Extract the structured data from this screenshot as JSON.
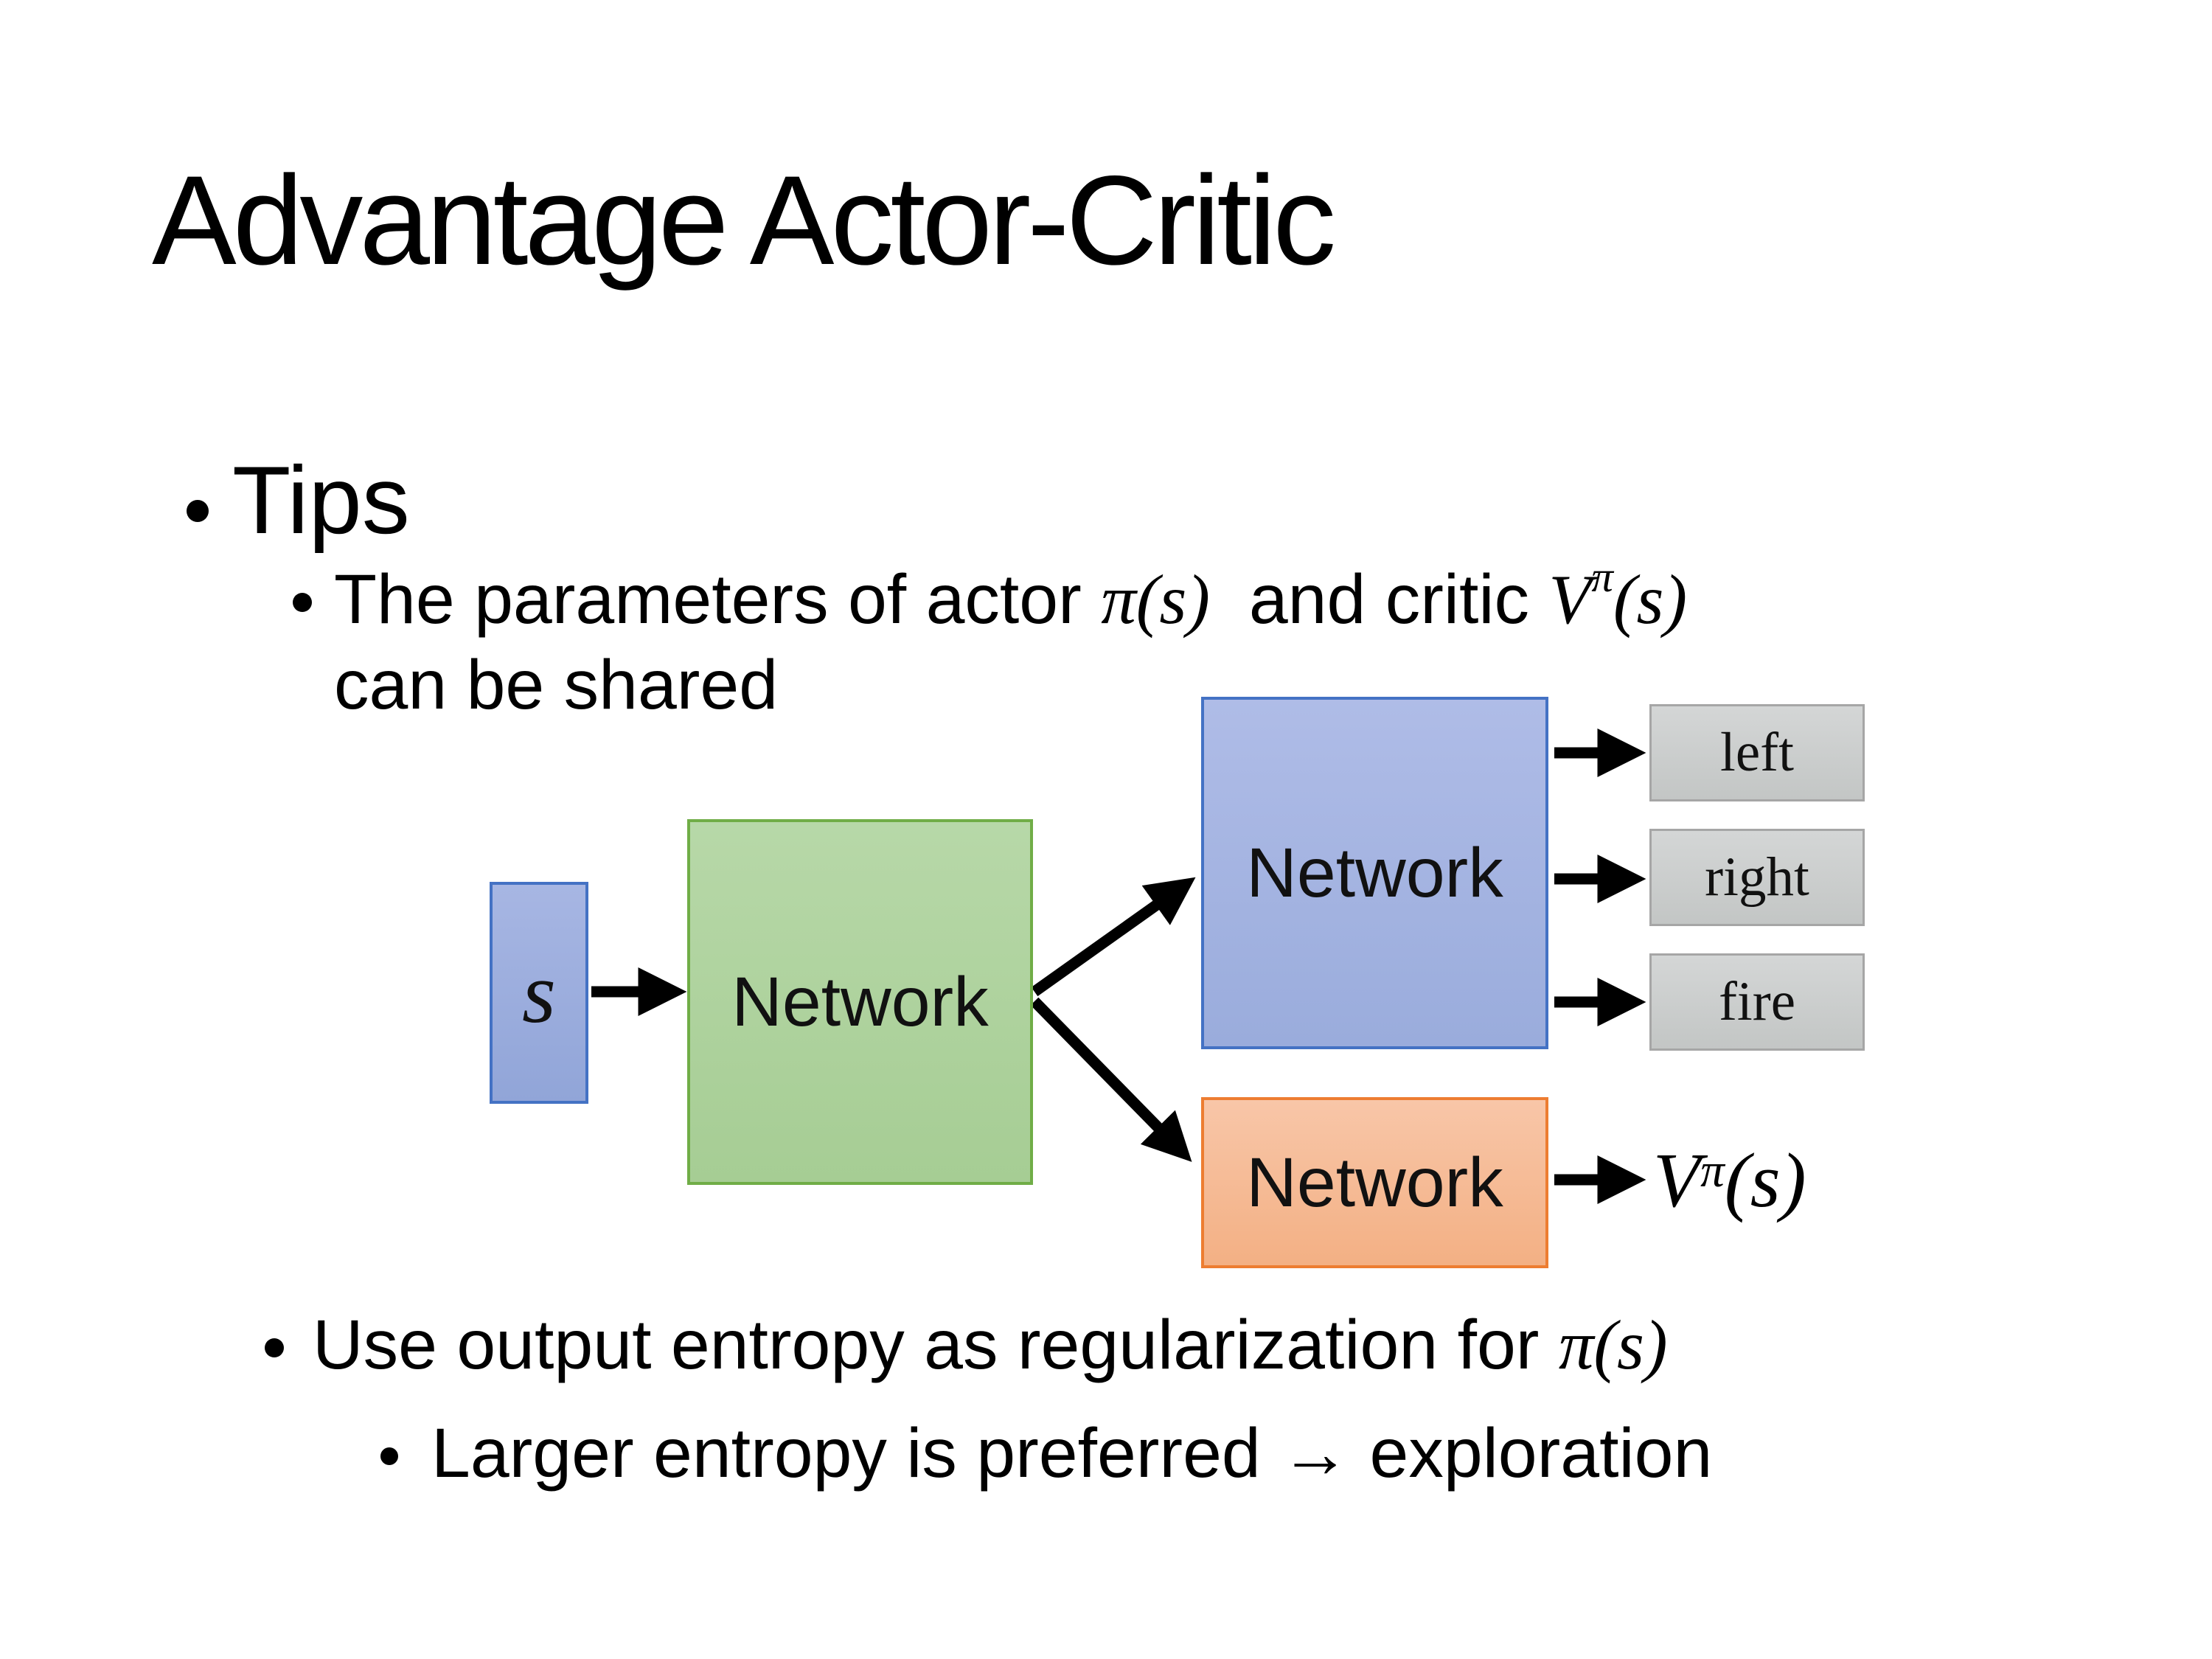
{
  "slide": {
    "title": "Advantage Actor-Critic",
    "tips": {
      "label": "Tips"
    },
    "point_shared": {
      "line1_prefix": "The parameters of actor ",
      "actor_math": "π(s)",
      "line1_middle": "  and critic ",
      "critic_base": "V",
      "critic_sup": "π",
      "critic_args": "(s)",
      "line2": "can be shared"
    },
    "point_entropy": {
      "prefix": "Use output entropy as regularization for ",
      "actor_math": "π(s)"
    },
    "point_exploration": {
      "text": "Larger entropy is preferred → exploration"
    },
    "diagram": {
      "state_label": "s",
      "shared_label": "Network",
      "actor_label": "Network",
      "critic_label": "Network",
      "actions": [
        "left",
        "right",
        "fire"
      ],
      "value_base": "V",
      "value_sup": "π",
      "value_args": "(s)",
      "colors": {
        "state_box_fill": "#9BACDD",
        "state_box_border": "#4472C4",
        "shared_network_fill": "#AED39D",
        "shared_network_border": "#70AD47",
        "actor_network_fill": "#A3B2E0",
        "actor_network_border": "#4472C4",
        "critic_network_fill": "#F6BD9C",
        "critic_network_border": "#ED7D31",
        "action_box_fill": "#CDD0CF",
        "action_box_border": "#A6A6A6",
        "arrow_color": "#000000",
        "text_color": "#000000",
        "background": "#FFFFFF"
      }
    }
  }
}
